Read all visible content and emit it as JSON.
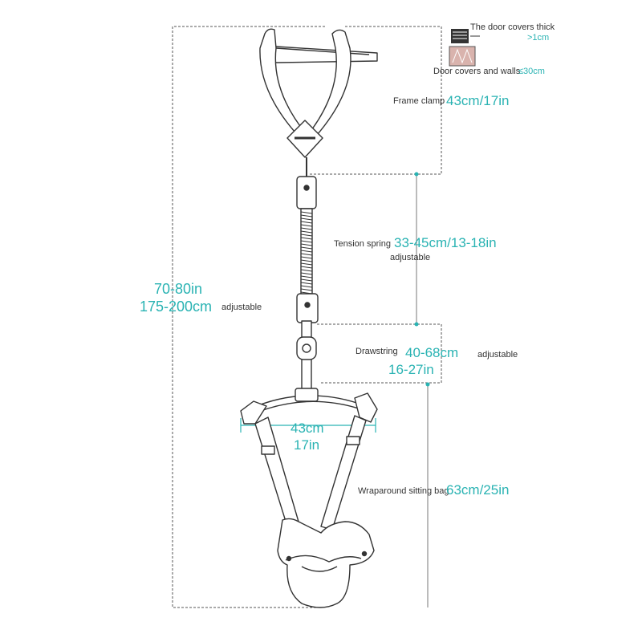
{
  "colors": {
    "accent": "#2ab3b3",
    "line": "#333333",
    "dashed": "#555555"
  },
  "door_note": {
    "thickness_label": "The door covers thick",
    "thickness_value": ">1cm",
    "gap_label": "Door covers and walls",
    "gap_value": "≤30cm"
  },
  "total_height": {
    "inches": "70-80in",
    "cm": "175-200cm",
    "note": "adjustable"
  },
  "frame_clamp": {
    "label": "Frame clamp",
    "value": "43cm/17in"
  },
  "tension_spring": {
    "label": "Tension spring",
    "value": "33-45cm/13-18in",
    "note": "adjustable"
  },
  "drawstring": {
    "label": "Drawstring",
    "value_cm": "40-68cm",
    "value_in": "16-27in",
    "note": "adjustable"
  },
  "seat_width": {
    "cm": "43cm",
    "inches": "17in"
  },
  "sitting_bag": {
    "label": "Wraparound sitting bag",
    "value": "63cm/25in"
  },
  "icons": [
    "door-jumper-illustration",
    "door-thickness-icon",
    "wall-gap-icon"
  ]
}
